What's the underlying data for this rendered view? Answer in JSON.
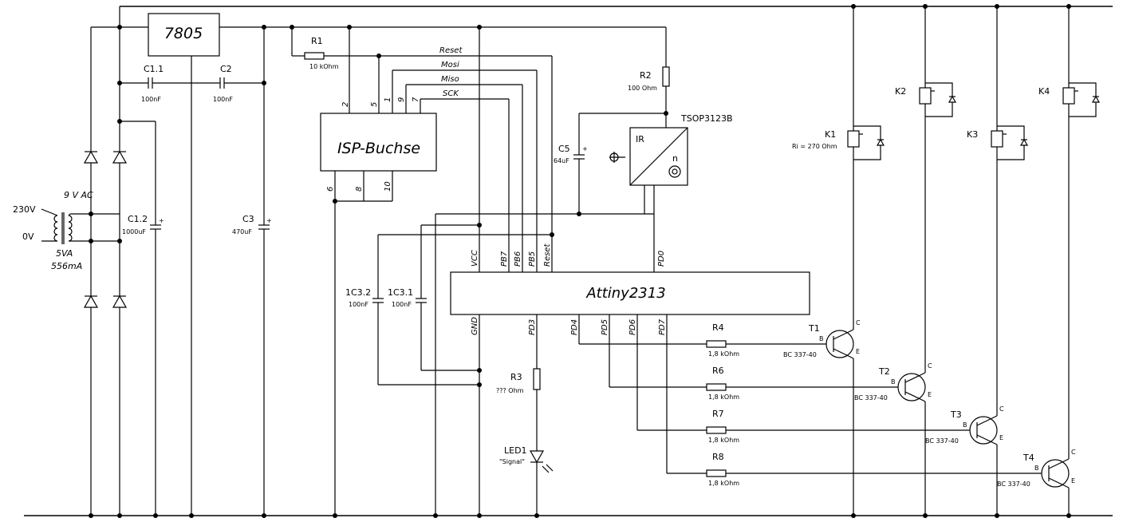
{
  "ic": {
    "regulator": "7805",
    "isp": "ISP-Buchse",
    "mcu": "Attiny2313",
    "ir_receiver": "TSOP3123B",
    "ir_label": "IR"
  },
  "power": {
    "in_230": "230V",
    "in_0": "0V",
    "trafo_ac": "9 V AC",
    "trafo_va": "5VA",
    "trafo_ma": "556mA"
  },
  "components": {
    "c11": "C1.1",
    "c11_val": "100nF",
    "c2": "C2",
    "c2_val": "100nF",
    "c12": "C1.2",
    "c12_val": "1000uF",
    "c3": "C3",
    "c3_val": "470uF",
    "r1": "R1",
    "r1_val": "10 kOhm",
    "r2": "R2",
    "r2_val": "100 Ohm",
    "c5": "C5",
    "c5_val": "64uF",
    "ic32": "1C3.2",
    "ic32_val": "100nF",
    "ic31": "1C3.1",
    "ic31_val": "100nF",
    "r3": "R3",
    "r3_val": "??? Ohm",
    "led": "LED1",
    "led_note": "\"Signal\"",
    "r4": "R4",
    "r6": "R6",
    "r7": "R7",
    "r8": "R8",
    "r_base_val": "1,8 kOhm",
    "t1": "T1",
    "t2": "T2",
    "t3": "T3",
    "t4": "T4",
    "t_type": "BC 337-40",
    "k1": "K1",
    "k2": "K2",
    "k3": "K3",
    "k4": "K4",
    "k1_note": "Ri = 270 Ohm",
    "pin_b": "B",
    "pin_c": "C",
    "pin_e": "E"
  },
  "signals": {
    "reset": "Reset",
    "mosi": "Mosi",
    "miso": "Miso",
    "sck": "SCK"
  },
  "isp_pins": [
    "2",
    "5",
    "1",
    "9",
    "7",
    "6",
    "8",
    "10"
  ],
  "mcu_pins": [
    "VCC",
    "PB7",
    "PB6",
    "PB5",
    "Reset",
    "PD0",
    "GND",
    "PD3",
    "PD4",
    "PD5",
    "PD6",
    "PD7"
  ]
}
